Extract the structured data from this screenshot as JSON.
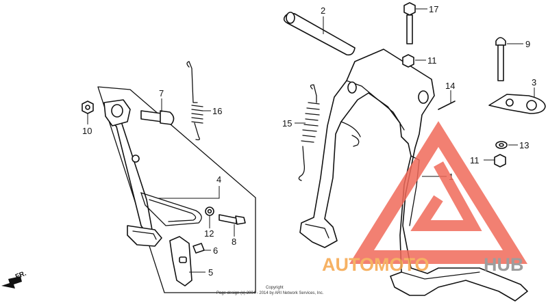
{
  "callouts": {
    "c1": "1",
    "c2": "2",
    "c3": "3",
    "c4": "4",
    "c5": "5",
    "c6": "6",
    "c7": "7",
    "c8": "8",
    "c9": "9",
    "c10": "10",
    "c11a": "11",
    "c11b": "11",
    "c12": "12",
    "c13": "13",
    "c14": "14",
    "c15": "15",
    "c16": "16",
    "c17": "17"
  },
  "copyright": {
    "line1": "Copyright",
    "line2": "Page design (c) 2004 - 2014 by ARI Network Services, Inc."
  },
  "direction": {
    "label": "FR."
  },
  "watermark": {
    "text_orange": "AUTOMOTO",
    "text_gray": "HUB",
    "colors": {
      "triangle": "#f06a5a",
      "orange": "#f5a54a",
      "gray": "#8c8c8c"
    }
  }
}
